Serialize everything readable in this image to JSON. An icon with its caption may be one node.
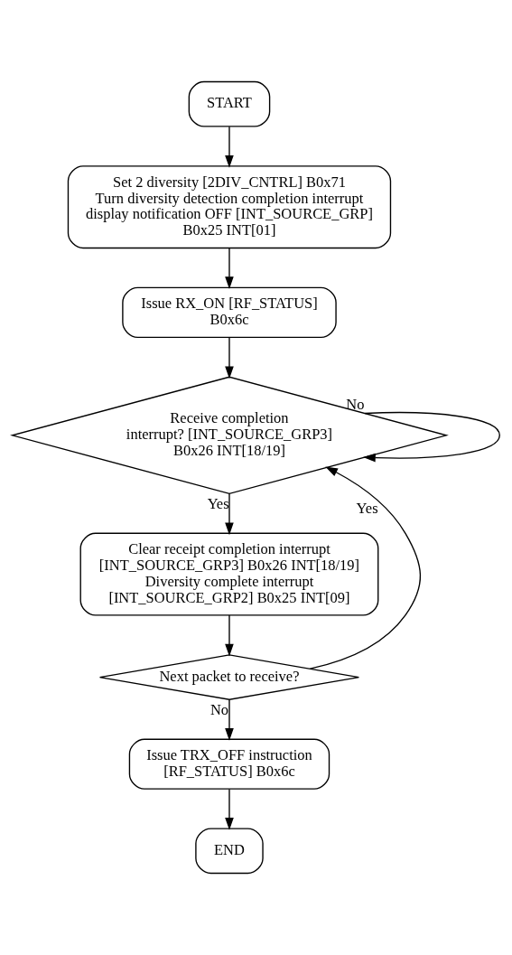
{
  "diagram": {
    "nodes": [
      {
        "text": [
          "START"
        ]
      },
      {
        "text": [
          "Set 2 diversity [2DIV_CNTRL] B0x71",
          "Turn diversity detection completion interrupt display notification OFF [INT_SOURCE_GRP] B0x25 INT[01]"
        ]
      },
      {
        "text": [
          "Issue RX_ON [RF_STATUS] B0x6c"
        ]
      },
      {
        "text": [
          "Receive completion interrupt? [INT_SOURCE_GRP3] B0x26 INT[18/19]"
        ]
      },
      {
        "text": [
          "Clear receipt completion interrupt",
          "[INT_SOURCE_GRP3] B0x26 INT[18/19] Diversity complete interrupt [INT_SOURCE_GRP2] B0x25 INT[09]"
        ]
      },
      {
        "text": [
          "Next packet to receive?"
        ]
      },
      {
        "text": [
          "Issue TRX_OFF instruction [RF_STATUS] B0x6c"
        ]
      },
      {
        "text": [
          "END"
        ]
      }
    ],
    "edges": [
      {
        "from": 0,
        "to": 1,
        "arrow": "to"
      },
      {
        "from": 1,
        "to": 2,
        "arrow": "to"
      },
      {
        "from": 2,
        "to": 3,
        "arrow": "to"
      },
      {
        "from": 3,
        "to": 3,
        "arrow": "to",
        "label": "No"
      },
      {
        "from": 3,
        "to": 4,
        "arrow": "to",
        "label": "Yes"
      },
      {
        "from": 4,
        "to": 5,
        "arrow": "to"
      },
      {
        "from": 5,
        "to": 3,
        "arrow": "to",
        "label": "Yes"
      },
      {
        "from": 5,
        "to": 6,
        "arrow": "to",
        "label": "No"
      },
      {
        "from": 6,
        "to": 7,
        "arrow": "to"
      }
    ]
  }
}
